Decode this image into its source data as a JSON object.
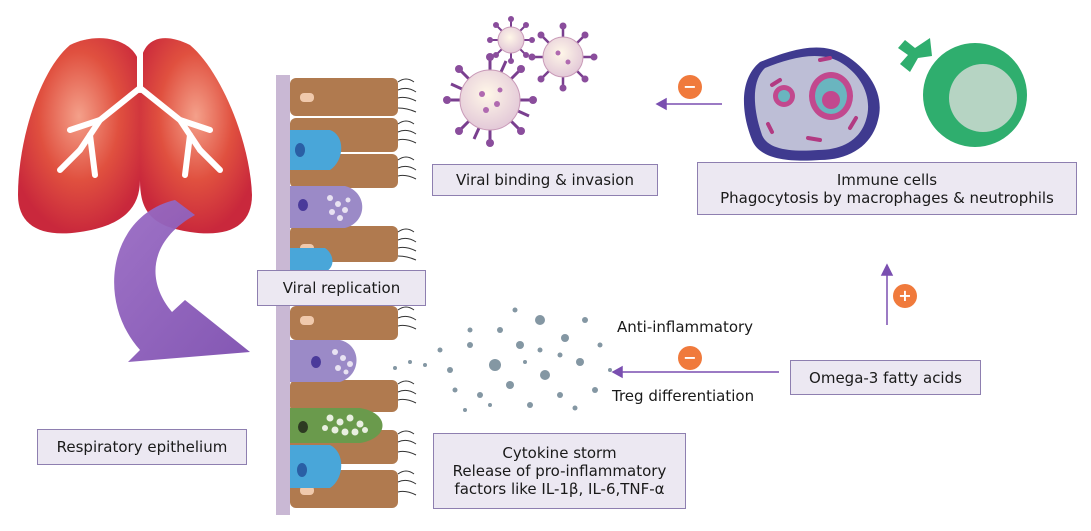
{
  "labels": {
    "respiratory_epithelium": "Respiratory epithelium",
    "viral_replication": "Viral replication",
    "viral_binding": "Viral binding & invasion",
    "immune_title": "Immune cells",
    "immune_sub": "Phagocytosis by macrophages & neutrophils",
    "omega3": "Omega-3 fatty acids",
    "anti_inflammatory": "Anti-inflammatory",
    "treg": "Treg differentiation",
    "cytokine_title": "Cytokine storm",
    "cytokine_line2": "Release of pro-inflammatory",
    "cytokine_line3": "factors like IL-1β, IL-6,TNF-α"
  },
  "signs": {
    "inhibit_virus": "−",
    "promote_immune": "+",
    "inhibit_cytokine": "−"
  },
  "colors": {
    "lung": "#d8344a",
    "purple_arrow": "#8a5bb8",
    "label_fill": "#ece8f2",
    "label_border": "#8e7fb0",
    "sign": "#f07a3c",
    "neutrophil": "#2fae6e"
  }
}
